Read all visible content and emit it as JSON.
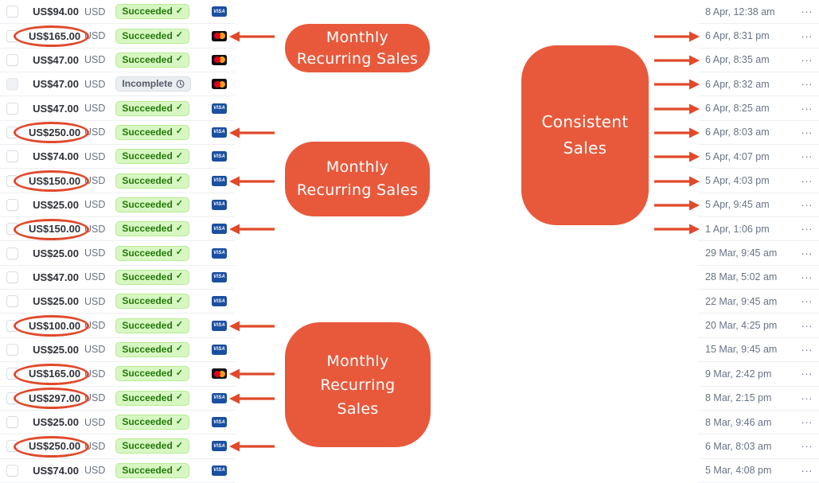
{
  "colors": {
    "annotation_box": "#E8593C",
    "annotation_stroke": "#E0492B",
    "succeeded_bg": "#D7F7C2",
    "succeeded_text": "#217A09",
    "incomplete_bg": "#EBEEF1",
    "incomplete_text": "#545969",
    "visa_bg": "#1B4FA0",
    "amount_text": "#2F3138",
    "muted_text": "#687385",
    "row_divider": "#ECEFF2"
  },
  "table": {
    "visa_label": "VISA",
    "menu_glyph": "···"
  },
  "statuses": {
    "succeeded": {
      "label": "Succeeded",
      "icon": "check-icon",
      "icon_glyph": "✓"
    },
    "incomplete": {
      "label": "Incomplete",
      "icon": "clock-icon"
    }
  },
  "annotations": {
    "boxes": [
      {
        "id": "monthly-recurring-1",
        "lines": [
          "Monthly",
          "Recurring Sales"
        ]
      },
      {
        "id": "monthly-recurring-2",
        "lines": [
          "Monthly",
          "Recurring Sales"
        ]
      },
      {
        "id": "monthly-recurring-3",
        "lines": [
          "Monthly",
          "Recurring",
          "Sales"
        ]
      },
      {
        "id": "consistent-sales",
        "lines": [
          "Consistent",
          "Sales"
        ]
      }
    ]
  },
  "rows": [
    {
      "amount": "US$94.00",
      "currency": "USD",
      "status": "succeeded",
      "card": "visa",
      "date": "8 Apr, 12:38 am",
      "circled": false,
      "left_arrow": false,
      "right_arrow": false
    },
    {
      "amount": "US$165.00",
      "currency": "USD",
      "status": "succeeded",
      "card": "mastercard",
      "date": "6 Apr, 8:31 pm",
      "circled": true,
      "left_arrow": true,
      "right_arrow": true
    },
    {
      "amount": "US$47.00",
      "currency": "USD",
      "status": "succeeded",
      "card": "mastercard",
      "date": "6 Apr, 8:35 am",
      "circled": false,
      "left_arrow": false,
      "right_arrow": true
    },
    {
      "amount": "US$47.00",
      "currency": "USD",
      "status": "incomplete",
      "card": "mastercard",
      "date": "6 Apr, 8:32 am",
      "circled": false,
      "left_arrow": false,
      "right_arrow": true,
      "checkbox_muted": true
    },
    {
      "amount": "US$47.00",
      "currency": "USD",
      "status": "succeeded",
      "card": "visa",
      "date": "6 Apr, 8:25 am",
      "circled": false,
      "left_arrow": false,
      "right_arrow": true
    },
    {
      "amount": "US$250.00",
      "currency": "USD",
      "status": "succeeded",
      "card": "visa",
      "date": "6 Apr, 8:03 am",
      "circled": true,
      "left_arrow": true,
      "right_arrow": true
    },
    {
      "amount": "US$74.00",
      "currency": "USD",
      "status": "succeeded",
      "card": "visa",
      "date": "5 Apr, 4:07 pm",
      "circled": false,
      "left_arrow": false,
      "right_arrow": true
    },
    {
      "amount": "US$150.00",
      "currency": "USD",
      "status": "succeeded",
      "card": "visa",
      "date": "5 Apr, 4:03 pm",
      "circled": true,
      "left_arrow": true,
      "right_arrow": true
    },
    {
      "amount": "US$25.00",
      "currency": "USD",
      "status": "succeeded",
      "card": "visa",
      "date": "5 Apr, 9:45 am",
      "circled": false,
      "left_arrow": false,
      "right_arrow": true
    },
    {
      "amount": "US$150.00",
      "currency": "USD",
      "status": "succeeded",
      "card": "visa",
      "date": "1 Apr, 1:06 pm",
      "circled": true,
      "left_arrow": true,
      "right_arrow": true
    },
    {
      "amount": "US$25.00",
      "currency": "USD",
      "status": "succeeded",
      "card": "visa",
      "date": "29 Mar, 9:45 am",
      "circled": false,
      "left_arrow": false,
      "right_arrow": false
    },
    {
      "amount": "US$47.00",
      "currency": "USD",
      "status": "succeeded",
      "card": "visa",
      "date": "28 Mar, 5:02 am",
      "circled": false,
      "left_arrow": false,
      "right_arrow": false
    },
    {
      "amount": "US$25.00",
      "currency": "USD",
      "status": "succeeded",
      "card": "visa",
      "date": "22 Mar, 9:45 am",
      "circled": false,
      "left_arrow": false,
      "right_arrow": false
    },
    {
      "amount": "US$100.00",
      "currency": "USD",
      "status": "succeeded",
      "card": "visa",
      "date": "20 Mar, 4:25 pm",
      "circled": true,
      "left_arrow": true,
      "right_arrow": false
    },
    {
      "amount": "US$25.00",
      "currency": "USD",
      "status": "succeeded",
      "card": "visa",
      "date": "15 Mar, 9:45 am",
      "circled": false,
      "left_arrow": false,
      "right_arrow": false
    },
    {
      "amount": "US$165.00",
      "currency": "USD",
      "status": "succeeded",
      "card": "mastercard",
      "date": "9 Mar, 2:42 pm",
      "circled": true,
      "left_arrow": true,
      "right_arrow": false
    },
    {
      "amount": "US$297.00",
      "currency": "USD",
      "status": "succeeded",
      "card": "visa",
      "date": "8 Mar, 2:15 pm",
      "circled": true,
      "left_arrow": true,
      "right_arrow": false
    },
    {
      "amount": "US$25.00",
      "currency": "USD",
      "status": "succeeded",
      "card": "visa",
      "date": "8 Mar, 9:46 am",
      "circled": false,
      "left_arrow": false,
      "right_arrow": false
    },
    {
      "amount": "US$250.00",
      "currency": "USD",
      "status": "succeeded",
      "card": "visa",
      "date": "6 Mar, 8:03 am",
      "circled": true,
      "left_arrow": true,
      "right_arrow": false
    },
    {
      "amount": "US$74.00",
      "currency": "USD",
      "status": "succeeded",
      "card": "visa",
      "date": "5 Mar, 4:08 pm",
      "circled": false,
      "left_arrow": false,
      "right_arrow": false
    }
  ]
}
